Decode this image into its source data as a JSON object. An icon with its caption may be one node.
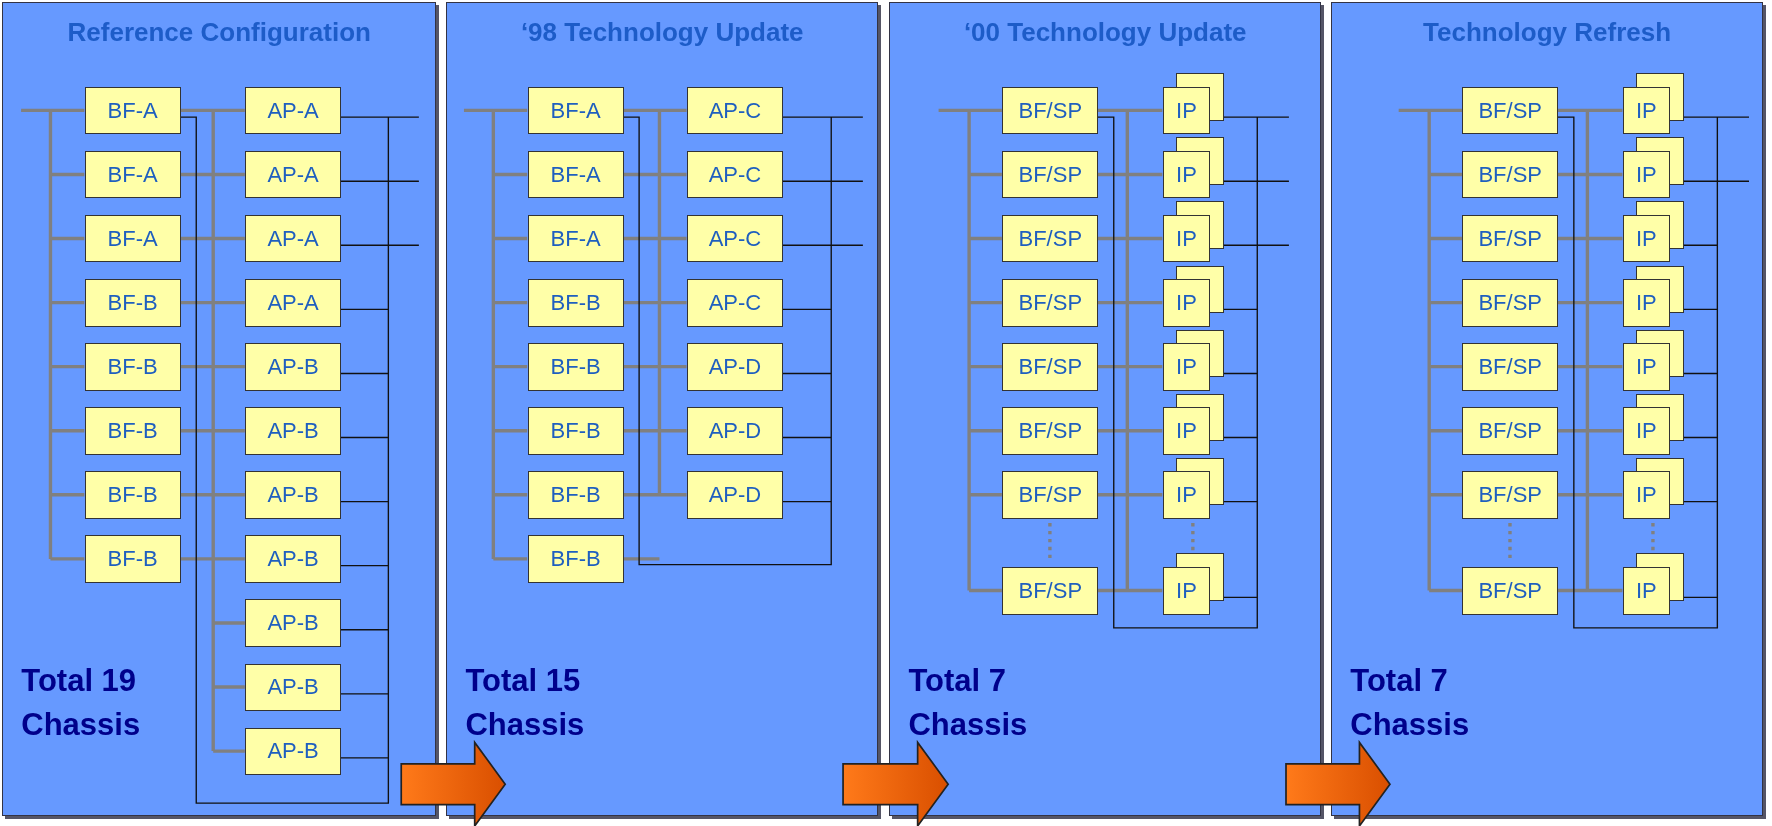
{
  "diagram": {
    "nodes": [
      {
        "text": [
          "Reference Configuration",
          "Total 19 Chassis"
        ]
      },
      {
        "text": [
          "BF-A"
        ],
        "in": 0
      },
      {
        "text": [
          "BF-A"
        ],
        "in": 0
      },
      {
        "text": [
          "BF-A"
        ],
        "in": 0
      },
      {
        "text": [
          "BF-B"
        ],
        "in": 0
      },
      {
        "text": [
          "BF-B"
        ],
        "in": 0
      },
      {
        "text": [
          "BF-B"
        ],
        "in": 0
      },
      {
        "text": [
          "BF-B"
        ],
        "in": 0
      },
      {
        "text": [
          "BF-B"
        ],
        "in": 0
      },
      {
        "text": [
          "AP-A"
        ],
        "in": 0
      },
      {
        "text": [
          "AP-A"
        ],
        "in": 0
      },
      {
        "text": [
          "AP-A"
        ],
        "in": 0
      },
      {
        "text": [
          "AP-A"
        ],
        "in": 0
      },
      {
        "text": [
          "AP-B"
        ],
        "in": 0
      },
      {
        "text": [
          "AP-B"
        ],
        "in": 0
      },
      {
        "text": [
          "AP-B"
        ],
        "in": 0
      },
      {
        "text": [
          "AP-B"
        ],
        "in": 0
      },
      {
        "text": [
          "AP-B"
        ],
        "in": 0
      },
      {
        "text": [
          "AP-B"
        ],
        "in": 0
      },
      {
        "text": [
          "AP-B"
        ],
        "in": 0
      },
      {
        "text": [
          "‘98 Technology Update",
          "Total 15 Chassis"
        ]
      },
      {
        "text": [
          "BF-A"
        ],
        "in": 20
      },
      {
        "text": [
          "BF-A"
        ],
        "in": 20
      },
      {
        "text": [
          "BF-A"
        ],
        "in": 20
      },
      {
        "text": [
          "BF-B"
        ],
        "in": 20
      },
      {
        "text": [
          "BF-B"
        ],
        "in": 20
      },
      {
        "text": [
          "BF-B"
        ],
        "in": 20
      },
      {
        "text": [
          "BF-B"
        ],
        "in": 20
      },
      {
        "text": [
          "BF-B"
        ],
        "in": 20
      },
      {
        "text": [
          "AP-C"
        ],
        "in": 20
      },
      {
        "text": [
          "AP-C"
        ],
        "in": 20
      },
      {
        "text": [
          "AP-C"
        ],
        "in": 20
      },
      {
        "text": [
          "AP-C"
        ],
        "in": 20
      },
      {
        "text": [
          "AP-D"
        ],
        "in": 20
      },
      {
        "text": [
          "AP-D"
        ],
        "in": 20
      },
      {
        "text": [
          "AP-D"
        ],
        "in": 20
      },
      {
        "text": [
          "‘00 Technology Update",
          "Total 7 Chassis"
        ]
      },
      {
        "text": [
          "BF/SP"
        ],
        "in": 36
      },
      {
        "text": [
          "BF/SP"
        ],
        "in": 36
      },
      {
        "text": [
          "BF/SP"
        ],
        "in": 36
      },
      {
        "text": [
          "BF/SP"
        ],
        "in": 36
      },
      {
        "text": [
          "BF/SP"
        ],
        "in": 36
      },
      {
        "text": [
          "BF/SP"
        ],
        "in": 36
      },
      {
        "text": [
          "BF/SP"
        ],
        "in": 36
      },
      {
        "text": [
          "BF/SP"
        ],
        "in": 36
      },
      {
        "text": [
          "IP"
        ],
        "in": 36
      },
      {
        "text": [
          "IP"
        ],
        "in": 36
      },
      {
        "text": [
          "IP"
        ],
        "in": 36
      },
      {
        "text": [
          "IP"
        ],
        "in": 36
      },
      {
        "text": [
          "IP"
        ],
        "in": 36
      },
      {
        "text": [
          "IP"
        ],
        "in": 36
      },
      {
        "text": [
          "IP"
        ],
        "in": 36
      },
      {
        "text": [
          "IP"
        ],
        "in": 36
      },
      {
        "text": [
          "Technology Refresh",
          "Total 7 Chassis"
        ]
      },
      {
        "text": [
          "BF/SP"
        ],
        "in": 53
      },
      {
        "text": [
          "BF/SP"
        ],
        "in": 53
      },
      {
        "text": [
          "BF/SP"
        ],
        "in": 53
      },
      {
        "text": [
          "BF/SP"
        ],
        "in": 53
      },
      {
        "text": [
          "BF/SP"
        ],
        "in": 53
      },
      {
        "text": [
          "BF/SP"
        ],
        "in": 53
      },
      {
        "text": [
          "BF/SP"
        ],
        "in": 53
      },
      {
        "text": [
          "BF/SP"
        ],
        "in": 53
      },
      {
        "text": [
          "IP"
        ],
        "in": 53
      },
      {
        "text": [
          "IP"
        ],
        "in": 53
      },
      {
        "text": [
          "IP"
        ],
        "in": 53
      },
      {
        "text": [
          "IP"
        ],
        "in": 53
      },
      {
        "text": [
          "IP"
        ],
        "in": 53
      },
      {
        "text": [
          "IP"
        ],
        "in": 53
      },
      {
        "text": [
          "IP"
        ],
        "in": 53
      },
      {
        "text": [
          "IP"
        ],
        "in": 53
      }
    ],
    "edges": [
      {
        "from": 0,
        "to": 20,
        "arrow": "to"
      },
      {
        "from": 20,
        "to": 36,
        "arrow": "to"
      },
      {
        "from": 36,
        "to": 53,
        "arrow": "to"
      }
    ]
  }
}
